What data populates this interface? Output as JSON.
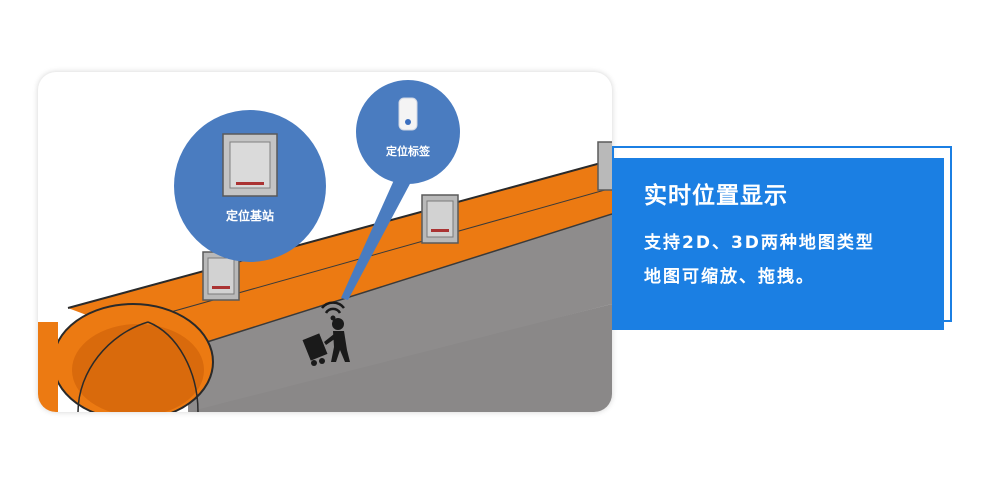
{
  "illustration": {
    "station_callout_label": "定位基站",
    "tag_callout_label": "定位标签"
  },
  "info": {
    "title": "实时位置显示",
    "desc_line1": "支持2D、3D两种地图类型",
    "desc_line2": "地图可缩放、拖拽。"
  },
  "colors": {
    "accent_blue": "#1b7fe3",
    "callout_blue": "#4a7cc0",
    "pipe_orange": "#ec7a12",
    "pipe_gray": "#8a8888"
  },
  "icons": [
    "station-box-icon",
    "tag-device-icon",
    "wifi-signal-icon",
    "worker-with-cart-icon"
  ]
}
